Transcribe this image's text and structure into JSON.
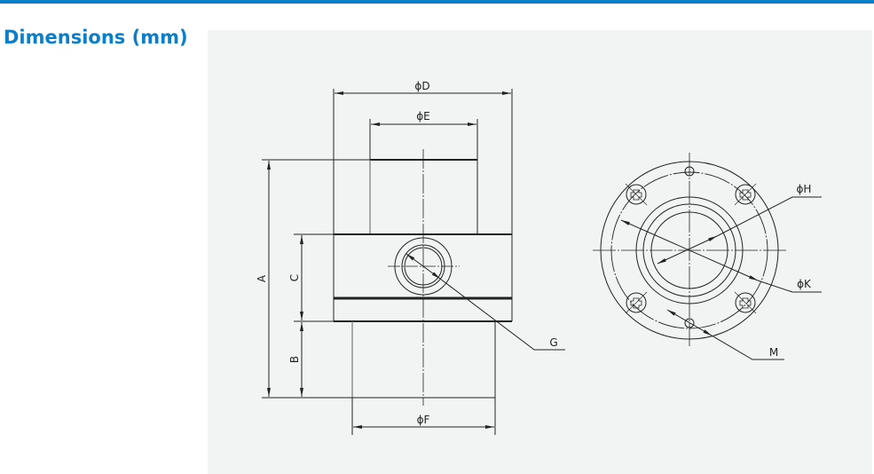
{
  "header": {
    "accent_color": "#0a7fc9",
    "title": "Dimensions (mm)"
  },
  "drawing": {
    "panel_background": "#f2f4f4",
    "side_view": {
      "labels": {
        "D": "ϕD",
        "E": "ϕE",
        "F": "ϕF",
        "A": "A",
        "B": "B",
        "C": "C",
        "G": "G"
      }
    },
    "flange_view": {
      "labels": {
        "H": "ϕH",
        "K": "ϕK",
        "M": "M"
      },
      "bolt_count": 4,
      "small_hole_count": 2
    }
  }
}
